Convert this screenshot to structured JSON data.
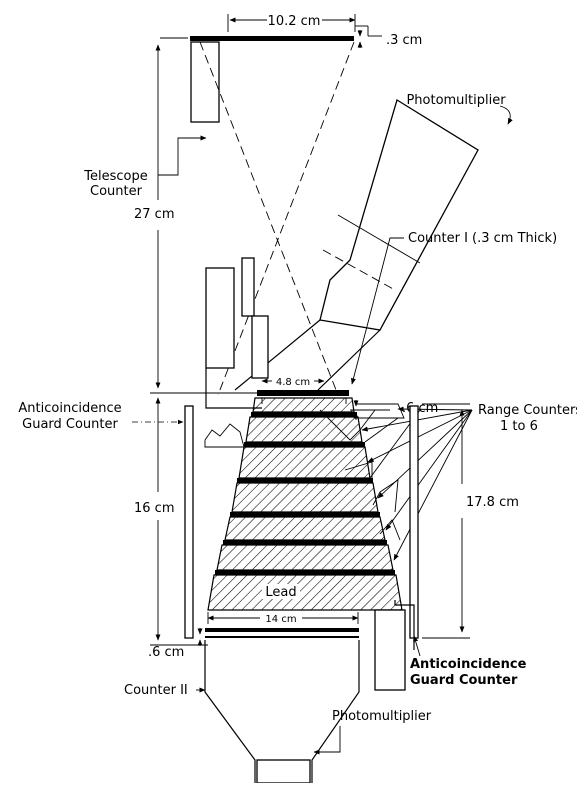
{
  "labels": {
    "width_top": "10.2 cm",
    "thickness_top": ".3 cm",
    "photomultiplier_top": "Photomultiplier",
    "telescope_counter_line1": "Telescope",
    "telescope_counter_line2": "Counter",
    "height_27": "27 cm",
    "counter_one": "Counter I (.3 cm Thick)",
    "width_4_8": "4.8 cm",
    "gap_0_6_right": ".6 cm",
    "range_counters_line1": "Range Counters",
    "range_counters_line2": "1 to 6",
    "anticoinc_left_line1": "Anticoincidence",
    "anticoinc_left_line2": "Guard  Counter",
    "height_17_8": "17.8 cm",
    "height_16": "16 cm",
    "lead": "Lead",
    "width_14": "14 cm",
    "gap_0_6_left": ".6 cm",
    "anticoinc_right_line1": "Anticoincidence",
    "anticoinc_right_line2": "Guard Counter",
    "counter_two": "Counter II",
    "photomultiplier_bottom": "Photomultiplier"
  },
  "colors": {
    "ink": "#000000",
    "paper": "#ffffff"
  }
}
